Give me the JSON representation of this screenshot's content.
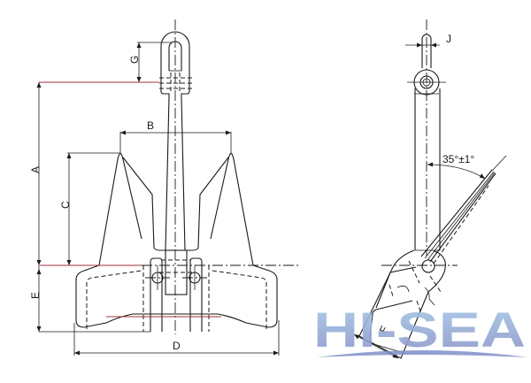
{
  "drawing": {
    "subject": "anchor",
    "views": [
      "front-view",
      "side-view"
    ],
    "dimension_labels": {
      "A": "A",
      "B": "B",
      "C": "C",
      "D": "D",
      "E": "E",
      "G": "G",
      "J": "J",
      "F": "F"
    },
    "angle_label": "35°±1°"
  },
  "watermark": {
    "text": "HI-SEA",
    "color_top": "#9dbfe0",
    "color_bottom": "#8a93c8",
    "swoosh_color": "#7f8fc8"
  },
  "colors": {
    "line": "#1a1a1a",
    "accent_line": "#a0303a",
    "background": "#ffffff"
  }
}
